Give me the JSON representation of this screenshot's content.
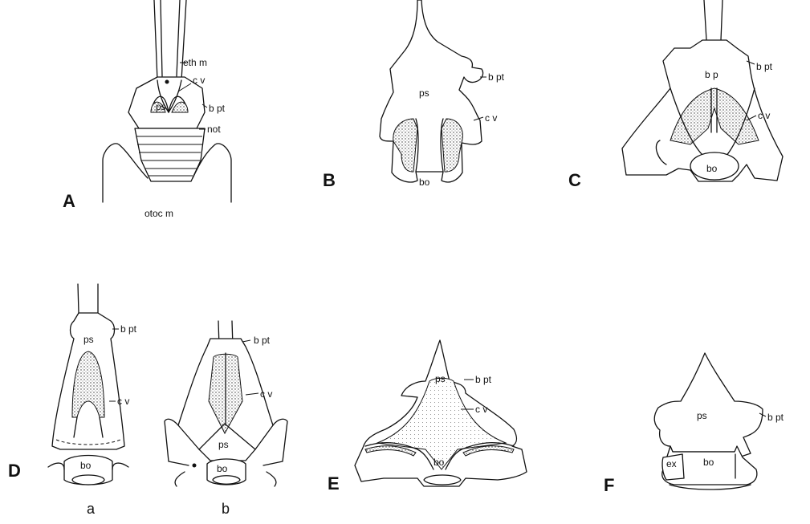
{
  "panels": {
    "A": {
      "letter": "A",
      "labels": {
        "eth_m": "eth m",
        "cv": "c v",
        "ps": "ps",
        "bpt": "b pt",
        "not": "not",
        "otoc_m": "otoc m"
      }
    },
    "B": {
      "letter": "B",
      "labels": {
        "ps": "ps",
        "bpt": "b pt",
        "cv": "c v",
        "bo": "bo"
      }
    },
    "C": {
      "letter": "C",
      "labels": {
        "bp": "b p",
        "bpt": "b pt",
        "cv": "c v",
        "bo": "bo"
      }
    },
    "D": {
      "letter": "D",
      "sub_a": "a",
      "sub_b": "b",
      "a_labels": {
        "ps": "ps",
        "bpt": "b pt",
        "cv": "c v",
        "bo": "bo"
      },
      "b_labels": {
        "bpt": "b pt",
        "cv": "c v",
        "ps": "ps",
        "bo": "bo"
      }
    },
    "E": {
      "letter": "E",
      "labels": {
        "ps": "ps",
        "bpt": "b pt",
        "cv": "c v",
        "bo": "bo"
      }
    },
    "F": {
      "letter": "F",
      "labels": {
        "ps": "ps",
        "bpt": "b pt",
        "ex": "ex",
        "bo": "bo"
      }
    }
  }
}
